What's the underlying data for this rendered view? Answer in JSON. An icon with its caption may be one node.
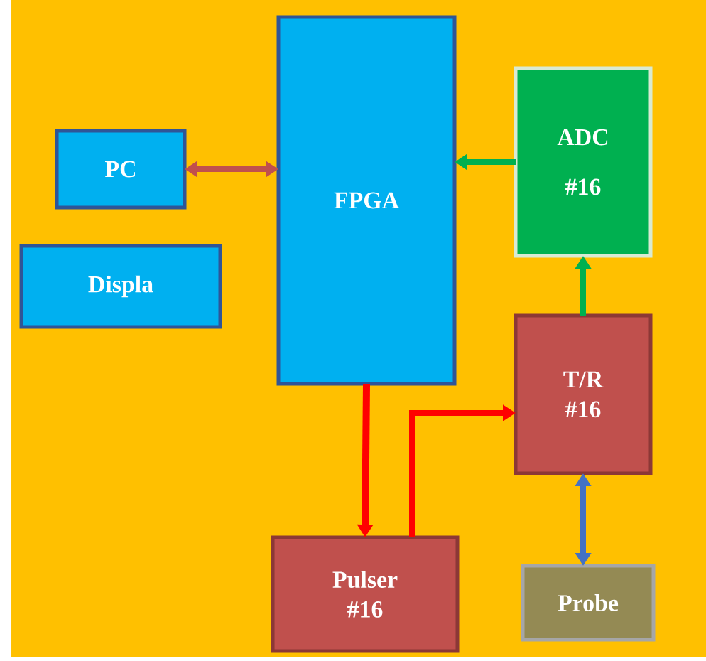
{
  "diagram": {
    "nodes": [
      {
        "text": [
          "PC"
        ]
      },
      {
        "text": [
          "Displa"
        ]
      },
      {
        "text": [
          "FPGA"
        ]
      },
      {
        "text": [
          "ADC",
          "#16"
        ]
      },
      {
        "text": [
          "T/R #16"
        ]
      },
      {
        "text": [
          "Pulser #16"
        ]
      },
      {
        "text": [
          "Probe"
        ]
      }
    ],
    "edges": [
      {
        "from": 0,
        "to": 2,
        "arrow": "both",
        "color": "#c0504d"
      },
      {
        "from": 3,
        "to": 2,
        "arrow": "to",
        "color": "#00b050"
      },
      {
        "from": 4,
        "to": 3,
        "arrow": "to",
        "color": "#00b050"
      },
      {
        "from": 2,
        "to": 5,
        "arrow": "to",
        "color": "#ff0000"
      },
      {
        "from": 5,
        "to": 4,
        "arrow": "to",
        "color": "#ff0000"
      },
      {
        "from": 4,
        "to": 6,
        "arrow": "both",
        "color": "#4472c4"
      }
    ]
  }
}
